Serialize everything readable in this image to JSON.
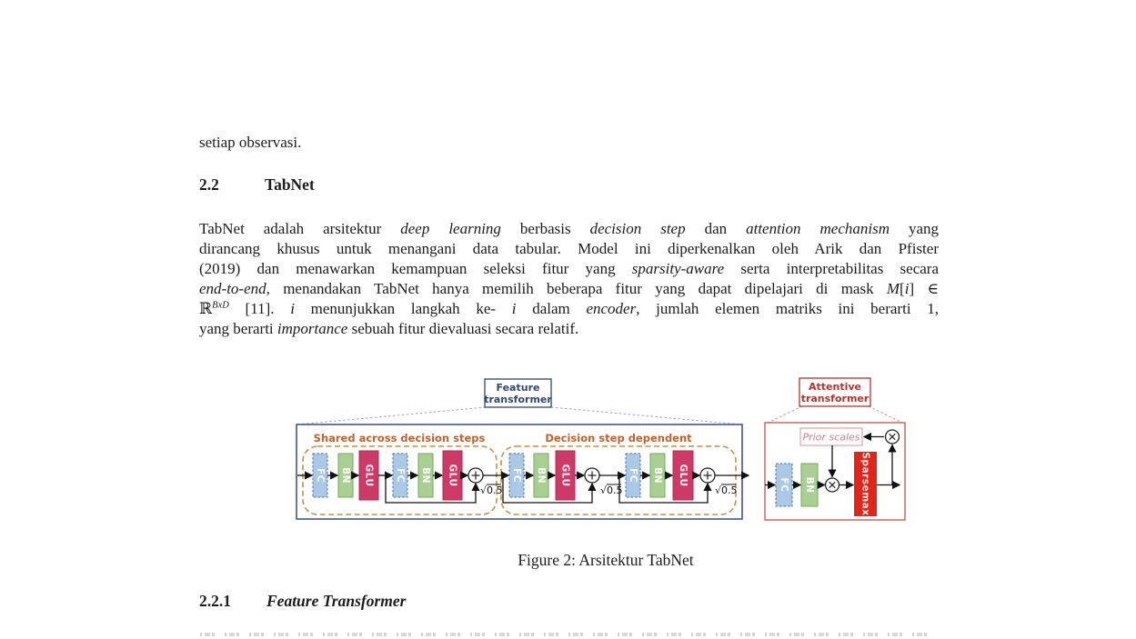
{
  "document": {
    "intro_line": "setiap observasi.",
    "section_heading": {
      "number": "2.2",
      "title": "TabNet"
    },
    "paragraph_lines": [
      [
        {
          "t": "TabNet adalah arsitektur "
        },
        {
          "t": "deep learning",
          "i": true
        },
        {
          "t": " berbasis "
        },
        {
          "t": "decision step",
          "i": true
        },
        {
          "t": " dan "
        },
        {
          "t": "attention mechanism",
          "i": true
        },
        {
          "t": " yang"
        }
      ],
      [
        {
          "t": "dirancang khusus untuk menangani data tabular. Model ini diperkenalkan oleh Arik dan Pfister"
        }
      ],
      [
        {
          "t": "(2019) dan menawarkan kemampuan seleksi fitur yang "
        },
        {
          "t": "sparsity-aware",
          "i": true
        },
        {
          "t": " serta interpretabilitas secara"
        }
      ],
      [
        {
          "t": "end-to-end",
          "i": true
        },
        {
          "t": ", menandakan TabNet hanya memilih beberapa fitur yang dapat dipelajari di mask "
        },
        {
          "t": "M",
          "i": true
        },
        {
          "t": "["
        },
        {
          "t": "i",
          "i": true
        },
        {
          "t": "] ∈"
        }
      ],
      [
        {
          "t": "ℝ"
        },
        {
          "t": "BxD",
          "i": true,
          "sup": true
        },
        {
          "t": " [11]. "
        },
        {
          "t": "i",
          "i": true
        },
        {
          "t": " menunjukkan langkah ke- "
        },
        {
          "t": "i",
          "i": true
        },
        {
          "t": " dalam "
        },
        {
          "t": "encoder",
          "i": true
        },
        {
          "t": ", jumlah elemen matriks ini berarti 1,"
        }
      ],
      [
        {
          "t": "yang berarti "
        },
        {
          "t": "importance",
          "i": true
        },
        {
          "t": " sebuah fitur dievaluasi secara relatif."
        }
      ]
    ],
    "figure_caption": "Figure 2: Arsitektur TabNet",
    "subsection_heading": {
      "number": "2.2.1",
      "title": "Feature Transformer"
    }
  },
  "figure": {
    "feature_transformer_label": {
      "line1": "Feature",
      "line2": "transformer"
    },
    "attentive_transformer_label": {
      "line1": "Attentive",
      "line2": "transformer"
    },
    "shared_section_title": "Shared across decision steps",
    "dependent_section_title": "Decision step dependent",
    "blocks": {
      "fc": "FC",
      "bn": "BN",
      "glu": "GLU",
      "sparsemax": "Sparsemax",
      "prior_scales": "Prior scales"
    },
    "sqrt_half_label": "√0.5",
    "icons": {
      "plus_circle": "⊕",
      "times_circle": "⊗"
    },
    "colors": {
      "feature_label": "#33466f",
      "attentive_label": "#b5332e",
      "outer_box_border": "#44578a",
      "attentive_box_border": "#c0504d",
      "group_dashed_border": "#c8913f",
      "group_title": "#c2622f",
      "fc_fill": "#abc9e6",
      "bn_fill": "#a9cf92",
      "glu_fill": "#ce3a68",
      "sparsemax_fill": "#e0251b",
      "prior_scales_text": "#c9808d"
    }
  }
}
